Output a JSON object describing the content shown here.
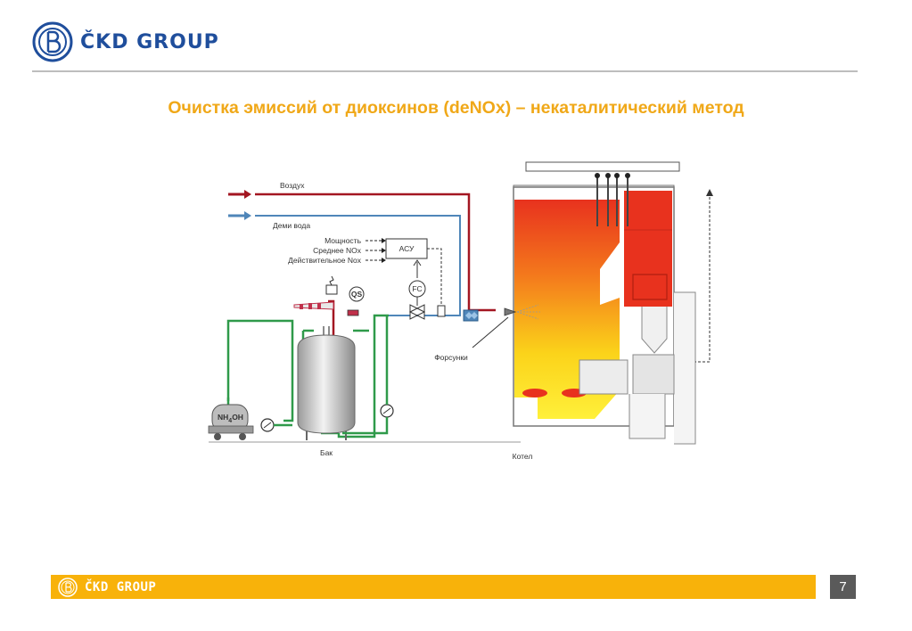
{
  "header": {
    "logo_text": "ČKD GROUP"
  },
  "title": "Очистка эмиссий от диоксинов (deNOx) – некаталитический метод",
  "diagram": {
    "labels": {
      "air": "Воздух",
      "demi_water": "Деми вода",
      "power": "Мощность",
      "avg_nox": "Среднее NOx",
      "actual_nox": "Действительное Nox",
      "acs": "АСУ",
      "nozzles": "Форсунки",
      "tank": "Бак",
      "boiler": "Котел",
      "qs": "QS",
      "fc": "FC",
      "nh4oh": "NH",
      "nh4oh_sub": "4",
      "nh4oh_tail": "OH"
    }
  },
  "footer": {
    "logo_text": "ČKD GROUP",
    "page_number": "7"
  },
  "colors": {
    "brand_blue": "#1f4e9c",
    "accent_orange": "#f0a818",
    "footer_bar": "#f8b20a"
  }
}
